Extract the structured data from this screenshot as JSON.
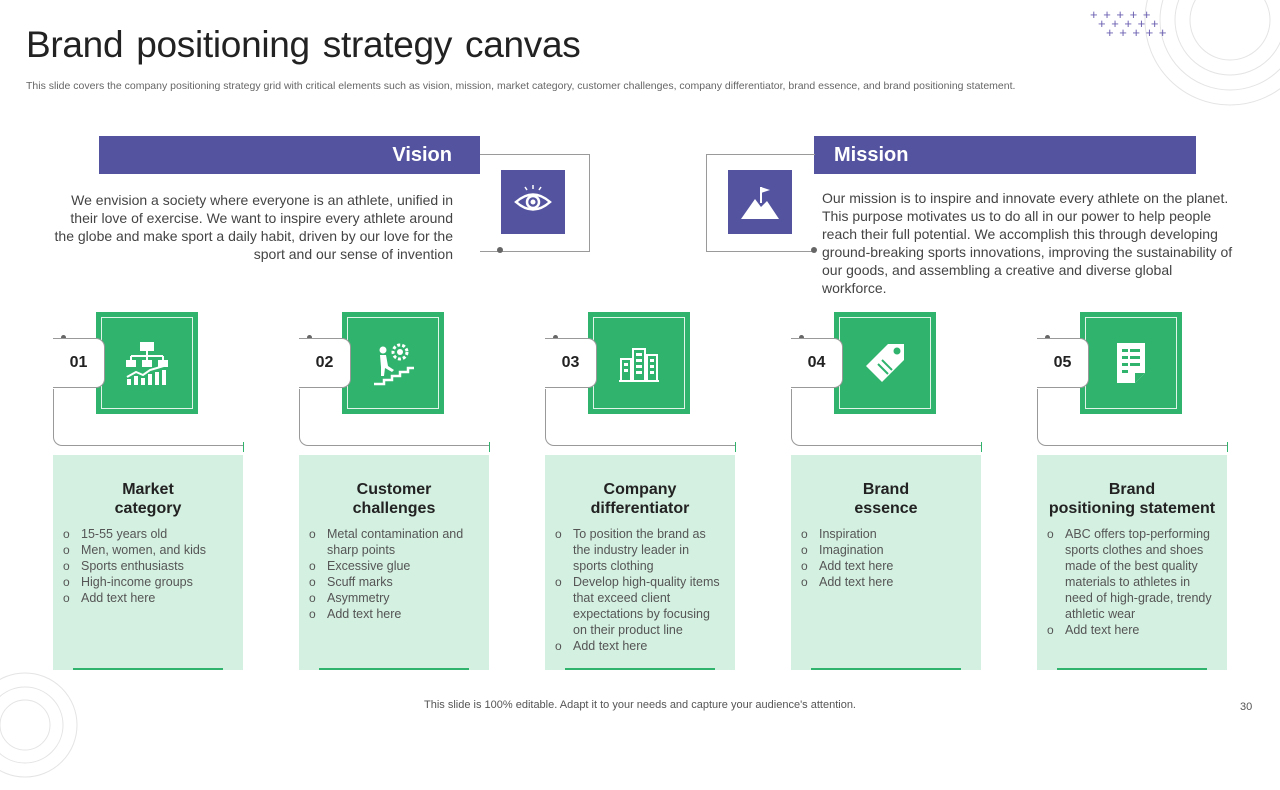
{
  "title": "Brand positioning strategy canvas",
  "subtitle": "This slide covers the company positioning strategy grid with critical elements such as vision, mission, market category, customer challenges, company differentiator, brand essence, and brand positioning statement.",
  "vision": {
    "label": "Vision",
    "text": "We envision a society where everyone is an athlete, unified in their love of exercise. We want to inspire every athlete around the globe and make sport a daily habit, driven by our love for the sport and our sense of invention",
    "icon": "eye-icon"
  },
  "mission": {
    "label": "Mission",
    "text": "Our mission is to inspire and innovate every athlete on the planet. This purpose motivates us to do all in our power to help people reach their full potential.  We accomplish this through developing ground-breaking sports innovations, improving the sustainability of our goods, and assembling a creative and diverse global workforce.",
    "icon": "mountain-flag-icon"
  },
  "cards": [
    {
      "num": "01",
      "title": "Market category",
      "icon": "org-chart-icon",
      "items": [
        "15-55 years old",
        "Men, women, and kids",
        "Sports enthusiasts",
        "High-income groups",
        "Add text here"
      ]
    },
    {
      "num": "02",
      "title": "Customer challenges",
      "icon": "climbing-gear-icon",
      "items": [
        "Metal contamination and sharp points",
        "Excessive glue",
        "Scuff marks",
        "Asymmetry",
        "Add text here"
      ]
    },
    {
      "num": "03",
      "title": "Company differentiator",
      "icon": "buildings-icon",
      "items": [
        "To position the brand as the industry leader in sports clothing",
        "Develop high-quality items that exceed client expectations by focusing on their product line",
        "Add text here"
      ]
    },
    {
      "num": "04",
      "title": "Brand essence",
      "icon": "price-tag-icon",
      "items": [
        "Inspiration",
        "Imagination",
        "Add text here",
        "Add text here"
      ]
    },
    {
      "num": "05",
      "title": "Brand positioning statement",
      "icon": "document-icon",
      "items": [
        "ABC offers top-performing sports clothes and shoes made of the best quality materials to athletes in need of high-grade, trendy athletic wear",
        "Add text here"
      ]
    }
  ],
  "footer": "This slide is 100% editable. Adapt it to your needs and capture your audience's attention.",
  "page_number": "30",
  "colors": {
    "purple": "#5453a0",
    "green": "#2fb36d",
    "light_green": "#d4f0e1"
  }
}
